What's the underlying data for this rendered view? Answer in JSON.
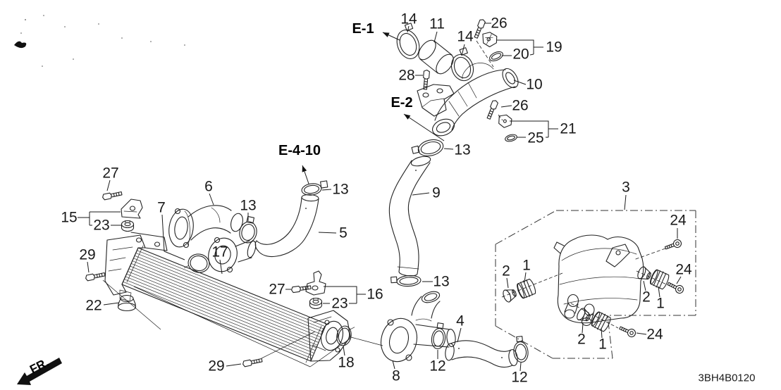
{
  "diagram": {
    "code": "3BH4B0120",
    "front_label": "FR."
  },
  "section_refs": {
    "e1": "E-1",
    "e2": "E-2",
    "e4_10": "E-4-10"
  },
  "callouts": [
    "14",
    "11",
    "14",
    "26",
    "19",
    "20",
    "28",
    "10",
    "26",
    "21",
    "25",
    "13",
    "9",
    "13",
    "5",
    "6",
    "13",
    "7",
    "27",
    "15",
    "23",
    "29",
    "17",
    "22",
    "27",
    "23",
    "16",
    "13",
    "18",
    "29",
    "8",
    "12",
    "4",
    "12",
    "3",
    "24",
    "2",
    "1",
    "2",
    "1",
    "24",
    "2",
    "1",
    "24"
  ]
}
